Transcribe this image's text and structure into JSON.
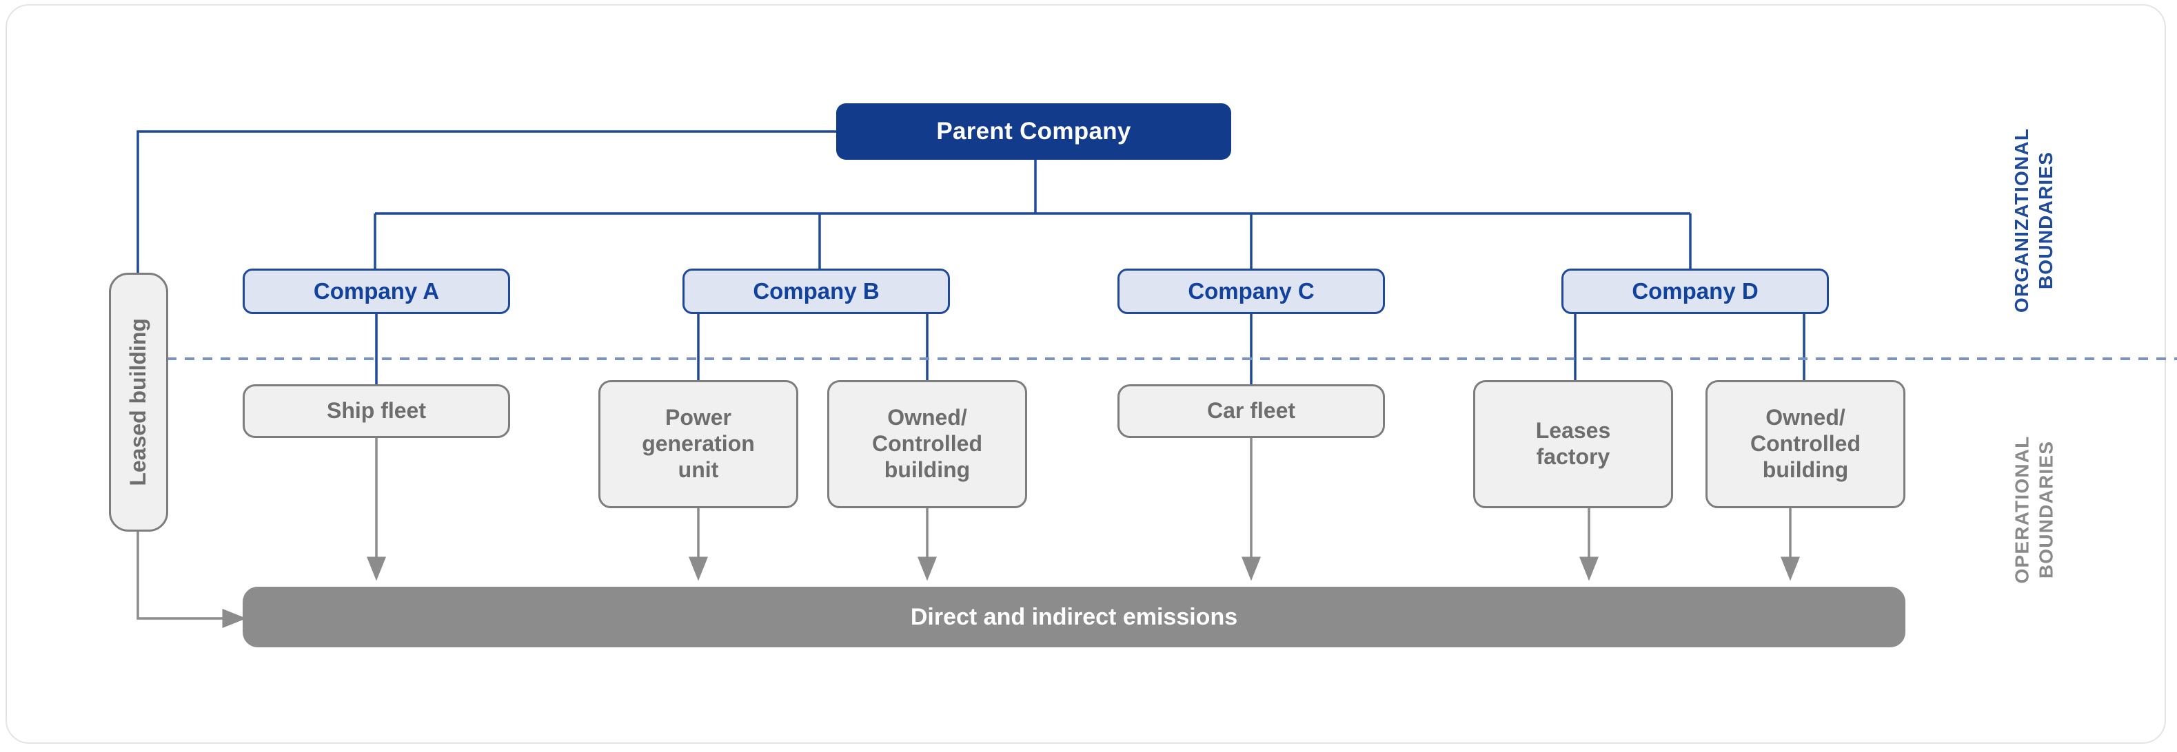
{
  "diagram": {
    "title_nodes": {
      "parent": "Parent Company",
      "emissions": "Direct and indirect emissions",
      "leased_building": "Leased building"
    },
    "companies": [
      {
        "label": "Company A"
      },
      {
        "label": "Company B"
      },
      {
        "label": "Company C"
      },
      {
        "label": "Company D"
      }
    ],
    "operational_units": [
      {
        "label": "Ship fleet"
      },
      {
        "label": "Power generation unit"
      },
      {
        "label": "Owned/ Controlled building"
      },
      {
        "label": "Car fleet"
      },
      {
        "label": "Leases factory"
      },
      {
        "label": "Owned/ Controlled building"
      }
    ],
    "op_lines": {
      "ship_fleet": [
        "Ship fleet"
      ],
      "power_unit": [
        "Power",
        "generation",
        "unit"
      ],
      "owned_b": [
        "Owned/",
        "Controlled",
        "building"
      ],
      "car_fleet": [
        "Car fleet"
      ],
      "leases_factory": [
        "Leases",
        "factory"
      ],
      "owned_d": [
        "Owned/",
        "Controlled",
        "building"
      ]
    },
    "boundaries": {
      "organizational": [
        "ORGANIZATIONAL",
        "BOUNDARIES"
      ],
      "operational": [
        "OPERATIONAL",
        "BOUNDARIES"
      ]
    },
    "colors": {
      "parent_fill": "#133b8c",
      "company_fill": "#dfe4f2",
      "company_border": "#1f4a9c",
      "op_fill": "#f0f0f0",
      "op_border": "#7d7d7d",
      "op_text": "#6d6d6d",
      "emissions_fill": "#8c8c8c",
      "divider": "#7b93c6",
      "org_label": "#1f4a9c",
      "ops_label": "#8a8a8a",
      "wire_blue": "#1f4a9c",
      "wire_grey": "#8c8c8c"
    }
  }
}
